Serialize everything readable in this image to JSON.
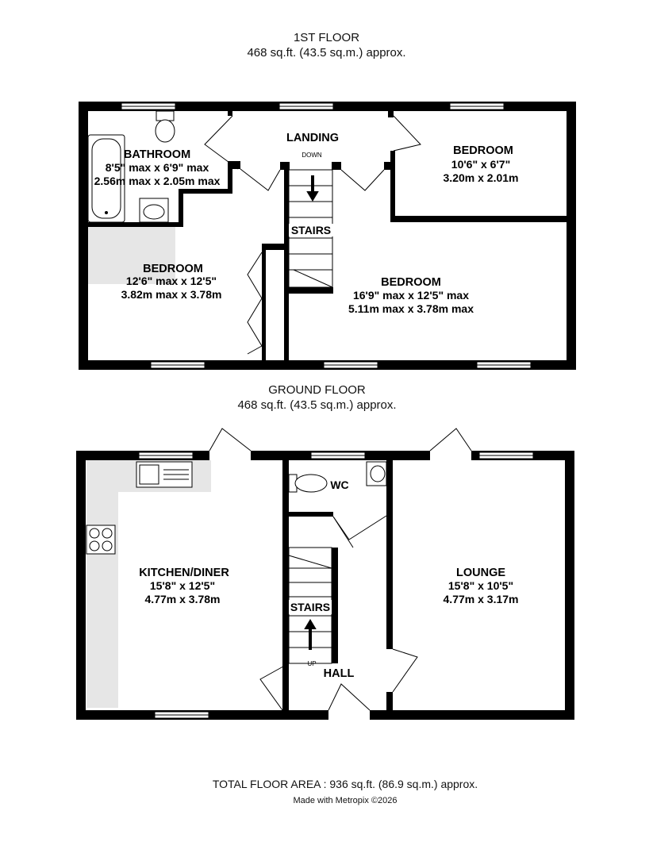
{
  "first_floor": {
    "title": "1ST FLOOR",
    "area": "468 sq.ft. (43.5 sq.m.) approx.",
    "rooms": {
      "bathroom": {
        "name": "BATHROOM",
        "dim_imperial": "8'5\" max x 6'9\" max",
        "dim_metric": "2.56m max x 2.05m max"
      },
      "landing": {
        "name": "LANDING",
        "note": "DOWN"
      },
      "bedroom_right": {
        "name": "BEDROOM",
        "dim_imperial": "10'6\"  x 6'7\"",
        "dim_metric": "3.20m  x 2.01m"
      },
      "bedroom_left": {
        "name": "BEDROOM",
        "dim_imperial": "12'6\" max x 12'5\"",
        "dim_metric": "3.82m max x 3.78m"
      },
      "stairs": {
        "name": "STAIRS"
      },
      "bedroom_main": {
        "name": "BEDROOM",
        "dim_imperial": "16'9\" max x 12'5\" max",
        "dim_metric": "5.11m max x 3.78m max"
      }
    }
  },
  "ground_floor": {
    "title": "GROUND FLOOR",
    "area": "468 sq.ft. (43.5 sq.m.) approx.",
    "rooms": {
      "kitchen": {
        "name": "KITCHEN/DINER",
        "dim_imperial": "15'8\"  x 12'5\"",
        "dim_metric": "4.77m  x 3.78m"
      },
      "wc": {
        "name": "WC"
      },
      "stairs": {
        "name": "STAIRS",
        "note": "UP"
      },
      "hall": {
        "name": "HALL"
      },
      "lounge": {
        "name": "LOUNGE",
        "dim_imperial": "15'8\"  x 10'5\"",
        "dim_metric": "4.77m  x 3.17m"
      }
    }
  },
  "footer": {
    "total": "TOTAL FLOOR AREA : 936 sq.ft. (86.9 sq.m.) approx.",
    "credit": "Made with Metropix ©2026"
  }
}
